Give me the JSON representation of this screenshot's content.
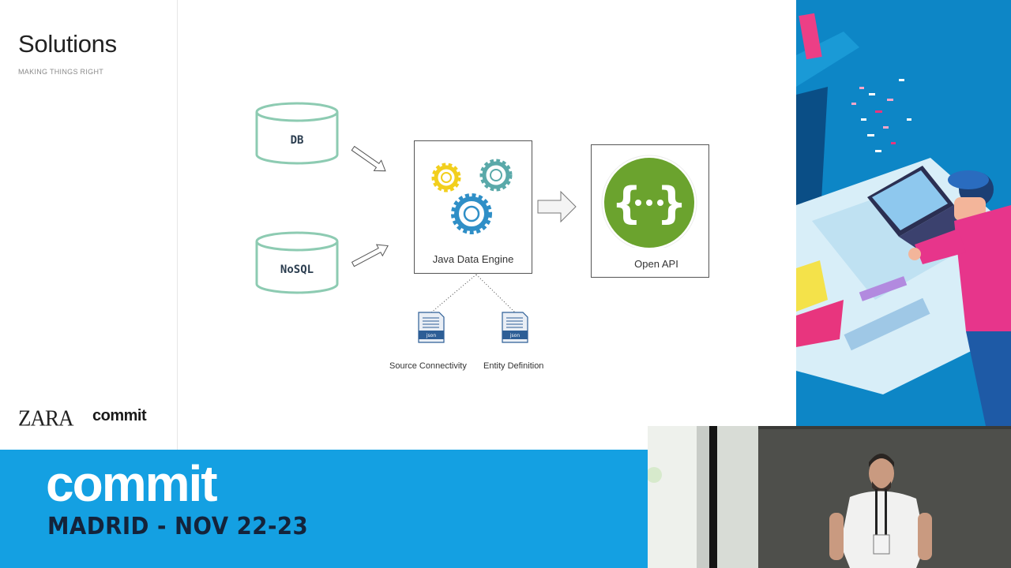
{
  "slide": {
    "title": "Solutions",
    "subtitle": "MAKING THINGS RIGHT",
    "logos": {
      "zara": "ZARA",
      "commit": "commit"
    }
  },
  "diagram": {
    "sources": [
      {
        "label": "DB"
      },
      {
        "label": "NoSQL"
      }
    ],
    "engine": {
      "label": "Java Data Engine",
      "icon": "gears-icon",
      "gear_colors": [
        "#f2cf1d",
        "#5aa9a9",
        "#2f8fc7"
      ]
    },
    "output": {
      "label": "Open API",
      "icon": "openapi-braces-icon",
      "accent": "#6ba32e"
    },
    "configs": [
      {
        "file_label": "json",
        "caption": "Source Connectivity"
      },
      {
        "file_label": "json",
        "caption": "Entity Definition"
      }
    ]
  },
  "banner": {
    "word": "commit",
    "date": "MADRID - NOV 22-23",
    "accent": "#14a0e2"
  }
}
